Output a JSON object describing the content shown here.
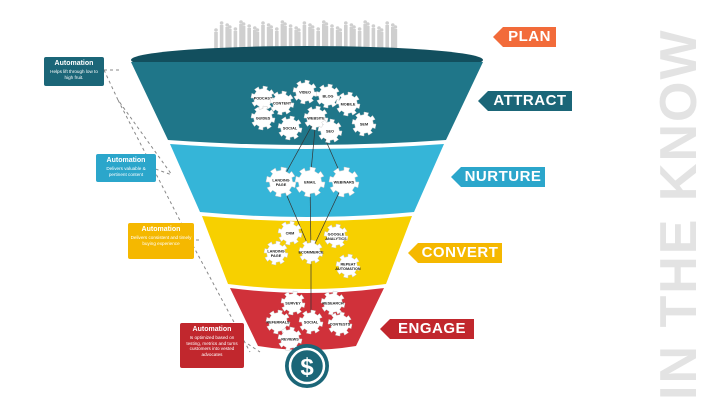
{
  "stages": {
    "plan": {
      "label": "PLAN",
      "color": "#F26B3A"
    },
    "attract": {
      "label": "ATTRACT",
      "color": "#1B6678"
    },
    "nurture": {
      "label": "NURTURE",
      "color": "#2BA6CB"
    },
    "convert": {
      "label": "CONVERT",
      "color": "#F5B800"
    },
    "engage": {
      "label": "ENGAGE",
      "color": "#C1272D"
    }
  },
  "funnel_colors": {
    "attract": "#1F7689",
    "nurture": "#35B5D8",
    "convert": "#F7D000",
    "engage": "#D0313A",
    "money": "#1B6678"
  },
  "gears": {
    "attract": [
      "VIDEO",
      "BLOG",
      "PODCAST",
      "CONTENT",
      "MOBILE",
      "GUIDES",
      "WEBSITE",
      "SEM",
      "SOCIAL",
      "SEO"
    ],
    "nurture": [
      "LANDING PAGE",
      "EMAIL",
      "WEBINARS"
    ],
    "convert": [
      "CRM",
      "GOOGLE ANALYTICS",
      "LANDING PAGE",
      "ECOMMERCE",
      "REPEAT AUTOMATION"
    ],
    "engage": [
      "SURVEY",
      "RESEARCH",
      "REFERRALS",
      "SOCIAL",
      "CONTESTS",
      "REVIEWS"
    ]
  },
  "automation": [
    {
      "title": "Automation",
      "desc": "Helps lift through low to high fruit.",
      "color": "#1B6678"
    },
    {
      "title": "Automation",
      "desc": "Delivers valuable & pertinent content",
      "color": "#2BA6CB"
    },
    {
      "title": "Automation",
      "desc": "Delivers consistent and timely buying experience",
      "color": "#F5B800"
    },
    {
      "title": "Automation",
      "desc": "Is optimized based on testing, metrics and turns customers into vested advocates",
      "color": "#C1272D"
    }
  ],
  "money_symbol": "$",
  "side_logo": "IN THE KNOW"
}
